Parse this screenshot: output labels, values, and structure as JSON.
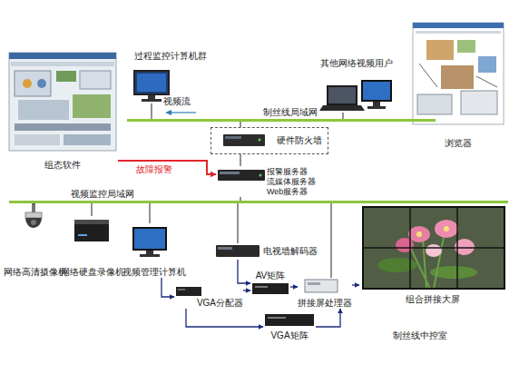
{
  "diagram": {
    "nodes": [
      {
        "text": [
          "组态软件"
        ]
      },
      {
        "text": [
          "过程监控计算机群"
        ]
      },
      {
        "text": [
          "其他网络视频用户"
        ]
      },
      {
        "text": [
          "浏览器"
        ]
      },
      {
        "text": [
          "制丝线局域网"
        ]
      },
      {
        "text": [
          "硬件防火墙"
        ]
      },
      {
        "text": [
          "报警服务器 流媒体服务器 Web服务器"
        ]
      },
      {
        "text": [
          "视频监控局域网"
        ]
      },
      {
        "text": [
          "网络高清摄像机"
        ]
      },
      {
        "text": [
          "网络硬盘录像机"
        ]
      },
      {
        "text": [
          "视频管理计算机"
        ]
      },
      {
        "text": [
          "电视墙解码器"
        ]
      },
      {
        "text": [
          "VGA分配器"
        ]
      },
      {
        "text": [
          "AV矩阵"
        ]
      },
      {
        "text": [
          "拼接屏处理器"
        ]
      },
      {
        "text": [
          "VGA矩阵"
        ]
      },
      {
        "text": [
          "组合拼接大屏"
        ]
      }
    ],
    "edges": [
      {
        "from": 1,
        "to": 4,
        "arrow": "none"
      },
      {
        "from": 2,
        "to": 4,
        "arrow": "none"
      },
      {
        "from": 4,
        "to": 5,
        "arrow": "none"
      },
      {
        "from": 5,
        "to": 6,
        "arrow": "none"
      },
      {
        "from": 0,
        "to": 6,
        "label": "故障报警",
        "arrow": "to"
      },
      {
        "from": 6,
        "to": 7,
        "arrow": "none"
      },
      {
        "from": 7,
        "to": 8,
        "arrow": "none"
      },
      {
        "from": 7,
        "to": 9,
        "arrow": "none"
      },
      {
        "from": 7,
        "to": 10,
        "arrow": "none"
      },
      {
        "from": 7,
        "to": 11,
        "arrow": "none"
      },
      {
        "from": 7,
        "to": 14,
        "arrow": "none"
      },
      {
        "from": 10,
        "to": 12,
        "arrow": "to"
      },
      {
        "from": 12,
        "to": 13,
        "arrow": "to"
      },
      {
        "from": 12,
        "to": 15,
        "arrow": "to"
      },
      {
        "from": 11,
        "to": 13,
        "arrow": "to"
      },
      {
        "from": 13,
        "to": 14,
        "arrow": "to"
      },
      {
        "from": 15,
        "to": 14,
        "arrow": "to"
      },
      {
        "from": 14,
        "to": 16,
        "arrow": "to"
      }
    ],
    "labels": [
      "视频流",
      "制丝线中控室"
    ]
  }
}
